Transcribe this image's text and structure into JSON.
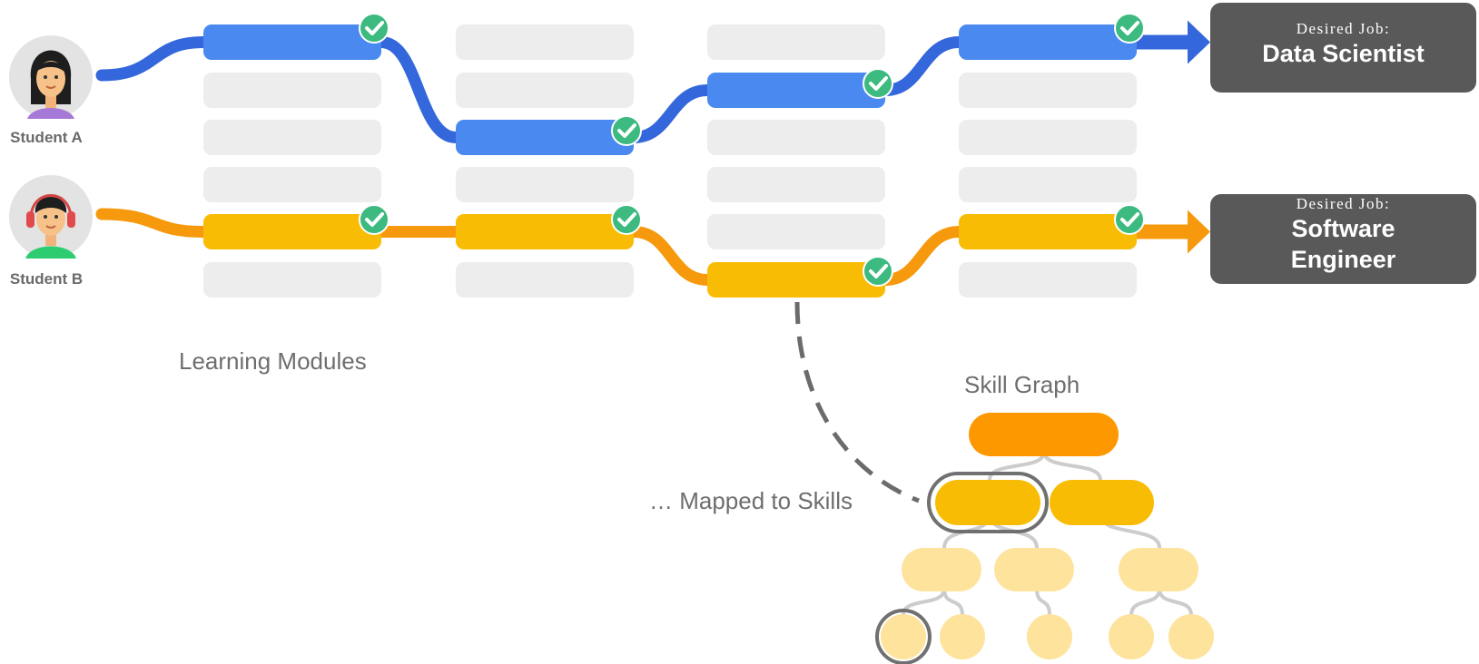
{
  "students": [
    {
      "label": "Student A",
      "avatar": "female-student-icon",
      "color": "#3a6fe0"
    },
    {
      "label": "Student  B",
      "avatar": "male-student-headphones-icon",
      "color": "#f59a0a"
    }
  ],
  "jobs": [
    {
      "caption": "Desired Job:",
      "title_lines": [
        "Data Scientist"
      ]
    },
    {
      "caption": "Desired Job:",
      "title_lines": [
        "Software",
        "Engineer"
      ]
    }
  ],
  "labels": {
    "learning_modules": "Learning Modules",
    "skill_graph": "Skill Graph",
    "mapped_to_skills": "… Mapped to Skills"
  },
  "modules": {
    "columns": 4,
    "slots_per_column": 6,
    "student_a_path_slots": [
      0,
      2,
      1,
      0
    ],
    "student_b_path_slots": [
      4,
      4,
      5,
      4
    ]
  },
  "colors": {
    "module_empty": "#ededed",
    "module_a": "#4a8af0",
    "path_a": "#3467db",
    "module_b": "#f9bc05",
    "path_b": "#f7990c",
    "check": "#3dba80",
    "job_box": "#595959",
    "skill_root": "#fe9800",
    "skill_level1": "#f9bc05",
    "skill_light": "#fee39d",
    "connector": "#cccccc",
    "highlight_ring": "#707070"
  },
  "icons": {
    "completed": "check-circle-icon",
    "goal_arrow": "arrow-right-icon"
  }
}
